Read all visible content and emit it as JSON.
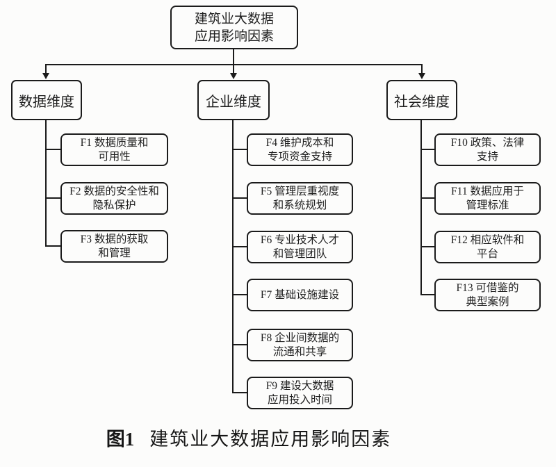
{
  "figure": {
    "root": {
      "line1": "建筑业大数据",
      "line2": "应用影响因素"
    },
    "caption": {
      "prefix": "图1",
      "title": "建筑业大数据应用影响因素"
    },
    "colors": {
      "line": "#1b1b1b",
      "box_border": "#1b1b1b",
      "text": "#1f1f1f",
      "background": "#fcfcfb"
    },
    "branches": [
      {
        "label": "数据维度",
        "children": [
          {
            "line1": "F1 数据质量和",
            "line2": "可用性"
          },
          {
            "line1": "F2 数据的安全性和",
            "line2": "隐私保护"
          },
          {
            "line1": "F3 数据的获取",
            "line2": "和管理"
          }
        ]
      },
      {
        "label": "企业维度",
        "children": [
          {
            "line1": "F4 维护成本和",
            "line2": "专项资金支持"
          },
          {
            "line1": "F5 管理层重视度",
            "line2": "和系统规划"
          },
          {
            "line1": "F6 专业技术人才",
            "line2": "和管理团队"
          },
          {
            "line1": "F7 基础设施建设",
            "line2": ""
          },
          {
            "line1": "F8 企业间数据的",
            "line2": "流通和共享"
          },
          {
            "line1": "F9 建设大数据",
            "line2": "应用投入时间"
          }
        ]
      },
      {
        "label": "社会维度",
        "children": [
          {
            "line1": "F10 政策、法律",
            "line2": "支持"
          },
          {
            "line1": "F11 数据应用于",
            "line2": "管理标准"
          },
          {
            "line1": "F12 相应软件和",
            "line2": "平台"
          },
          {
            "line1": "F13 可借鉴的",
            "line2": "典型案例"
          }
        ]
      }
    ]
  }
}
